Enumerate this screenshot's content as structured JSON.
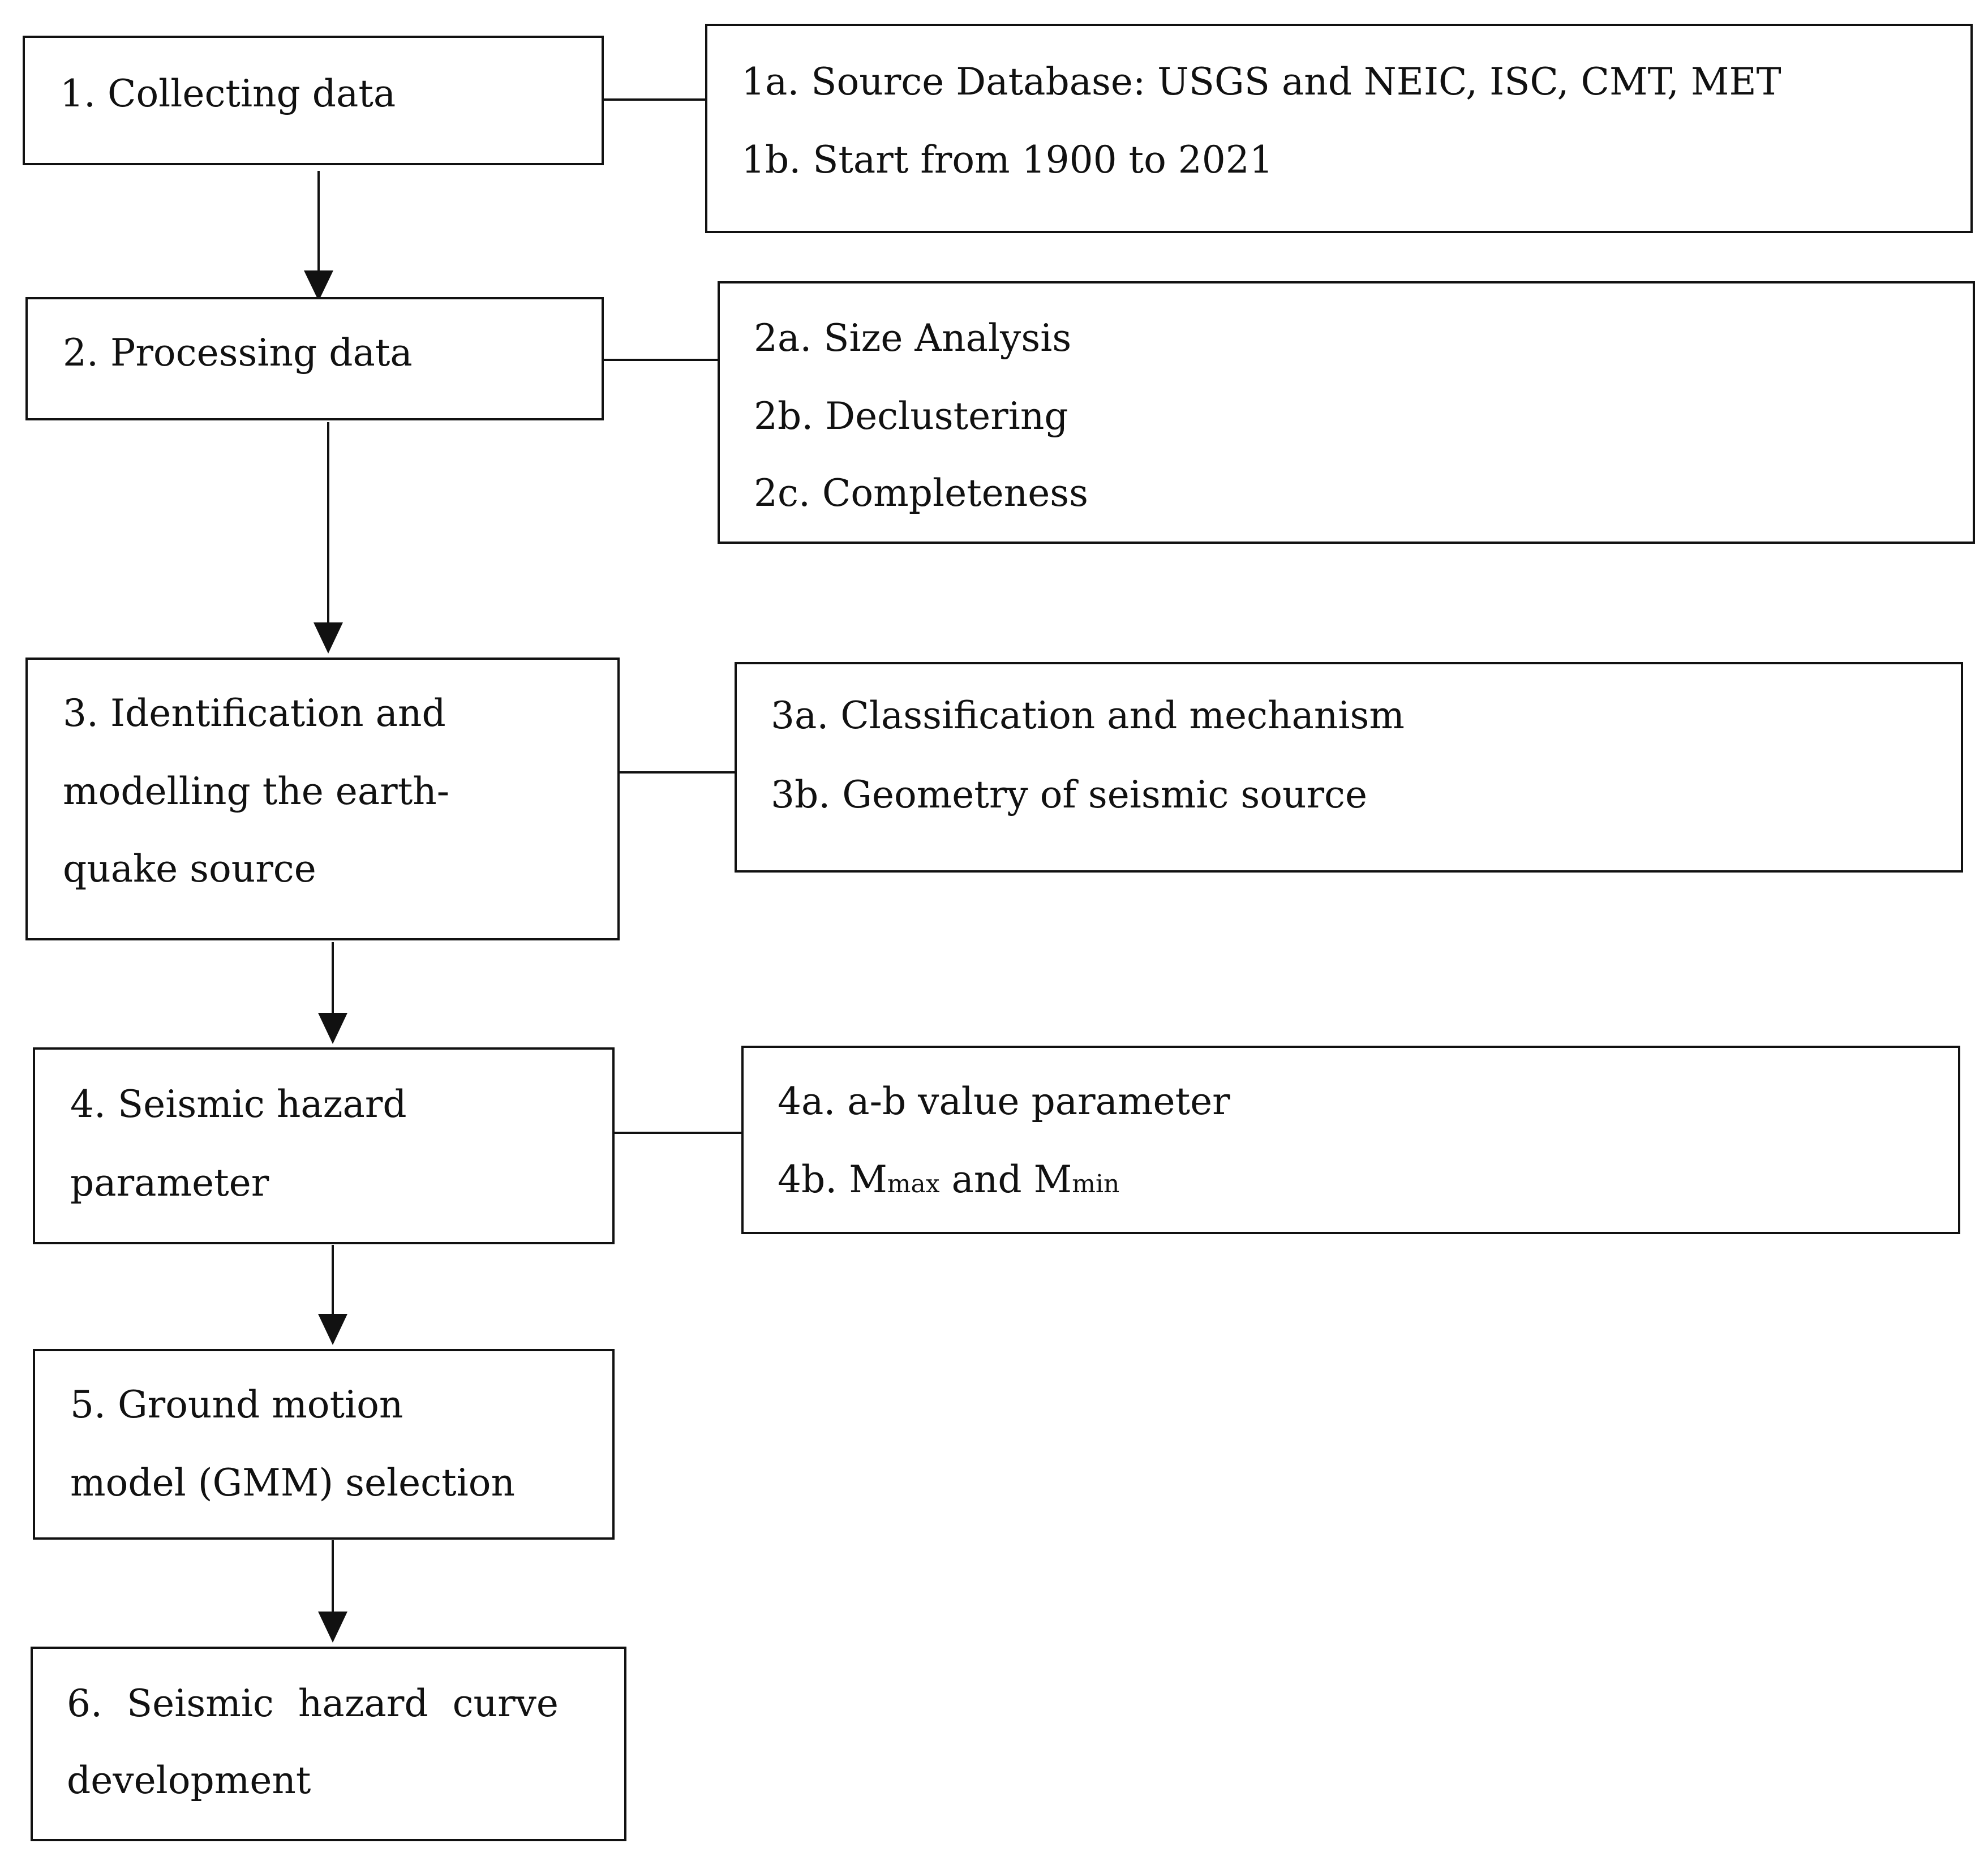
{
  "steps": [
    {
      "lines": [
        "1. Collecting data"
      ]
    },
    {
      "lines": [
        "2. Processing data"
      ]
    },
    {
      "lines": [
        "3. Identification and",
        "modelling the earth-",
        "quake source"
      ]
    },
    {
      "lines": [
        "4. Seismic hazard",
        "parameter"
      ]
    },
    {
      "lines": [
        "5. Ground motion",
        "model (GMM) selection"
      ]
    },
    {
      "lines": [
        "6. Seismic hazard curve",
        "development"
      ]
    }
  ],
  "details": [
    {
      "lines": [
        "1a. Source Database: USGS and NEIC, ISC, CMT, MET",
        "1b. Start from 1900 to 2021"
      ]
    },
    {
      "lines": [
        "2a. Size Analysis",
        "2b. Declustering",
        "2c. Completeness"
      ]
    },
    {
      "lines": [
        "3a. Classification and mechanism",
        "3b. Geometry of seismic source"
      ]
    },
    {
      "line1": "4a. a-b value parameter",
      "line2": {
        "prefix": "4b. M",
        "sub1": "max",
        "middle": " and M",
        "sub2": "min"
      }
    }
  ]
}
